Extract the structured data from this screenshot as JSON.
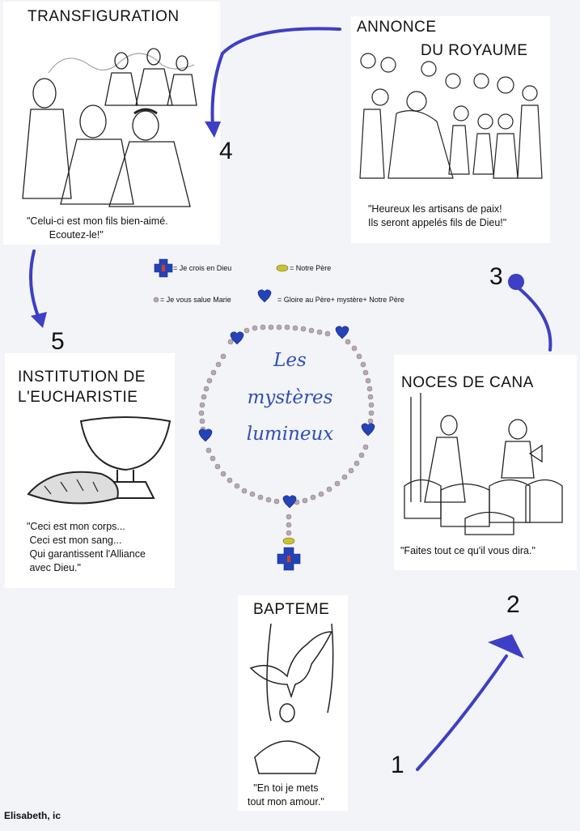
{
  "panels": {
    "transfiguration": {
      "title": "TRANSFIGURATION",
      "quote": "\"Celui-ci est mon fils bien-aimé.\n        Ecoutez-le!\""
    },
    "annonce": {
      "title_line1": "ANNONCE",
      "title_line2": "DU ROYAUME",
      "quote": "\"Heureux les artisans de paix!\nIls seront appelés fils de Dieu!\""
    },
    "institution": {
      "title_line1": "INSTITUTION DE",
      "title_line2": "L'EUCHARISTIE",
      "quote": "\"Ceci est mon corps...\n Ceci est mon sang...\n Qui garantissent l'Alliance\n avec Dieu.\""
    },
    "noces": {
      "title": "NOCES DE CANA",
      "quote": "\"Faites tout ce qu'il vous dira.\""
    },
    "bapteme": {
      "title": "BAPTEME",
      "quote": "\"En toi je mets\ntout mon amour.\""
    }
  },
  "numbers": [
    "1",
    "2",
    "3",
    "4",
    "5"
  ],
  "legend": {
    "cross": "= Je crois en Dieu",
    "oval": "= Notre Père",
    "bead": "= Je vous salue Marie",
    "heart": "= Gloire au Père+ mystère+ Notre Père"
  },
  "center": {
    "line1": "Les",
    "line2": "mystères",
    "line3": "lumineux"
  },
  "credit": "Elisabeth, ic",
  "colors": {
    "arrow": "#3d3fc4",
    "heart": "#2443b8",
    "bead": "#b6a9b4",
    "oval": "#c9c330",
    "title": "#2f4fb6"
  }
}
